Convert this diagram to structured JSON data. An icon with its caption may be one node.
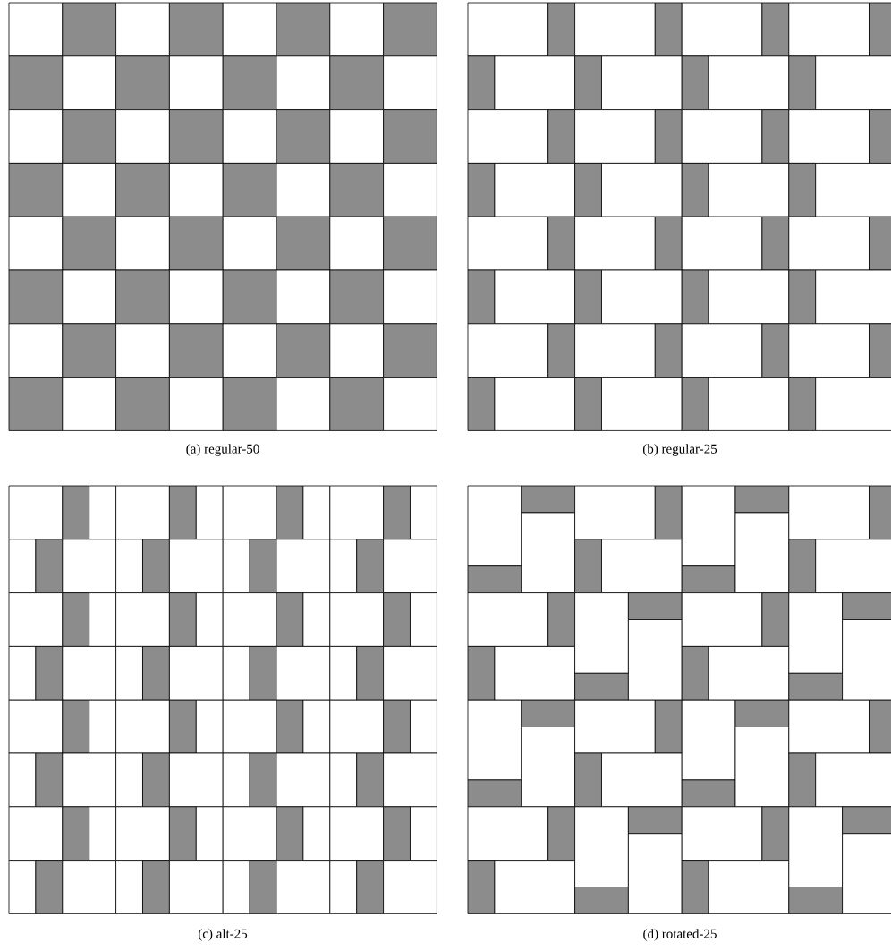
{
  "diagram": {
    "labels": [
      "(a) regular-50",
      "(b) regular-25",
      "(c) alt-25",
      "(d) rotated-25"
    ]
  }
}
